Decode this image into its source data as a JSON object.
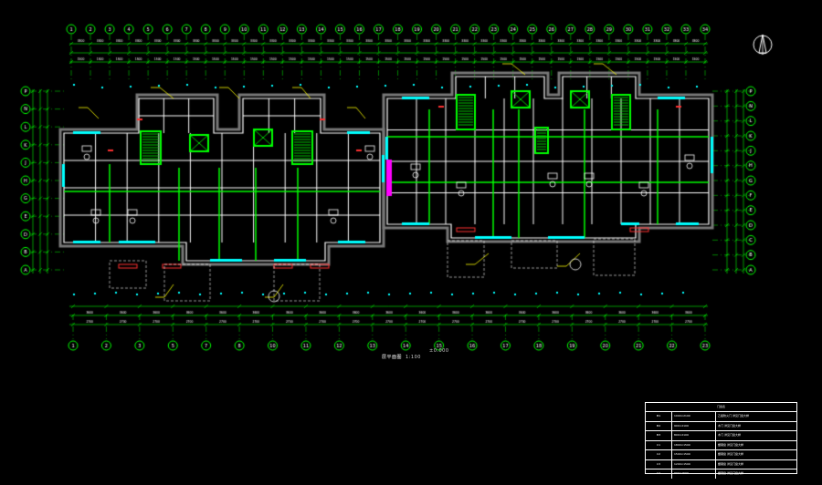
{
  "drawing": {
    "background": "#000000",
    "colors": {
      "wall": "#00ff00",
      "axis": "#00ff00",
      "dimension": "#00ffff",
      "window": "#00ffff",
      "annotation": "#ffff00",
      "detail": "#ffffff",
      "accent": "#ff3030",
      "highlight": "#ff00ff",
      "bubble": "#ffffff"
    },
    "caption": {
      "title": "层平面图",
      "scale": "1:100",
      "level": "±0.000"
    },
    "north_arrow": "north-arrow-icon",
    "axis_labels": {
      "top": [
        "1",
        "2",
        "3",
        "4",
        "5",
        "6",
        "7",
        "8",
        "9",
        "10",
        "11",
        "12",
        "13",
        "14",
        "15",
        "16",
        "17",
        "18",
        "19",
        "20",
        "21",
        "22",
        "23",
        "24",
        "25",
        "26",
        "27",
        "28",
        "29",
        "30",
        "31",
        "32",
        "33",
        "34"
      ],
      "bottom": [
        "1",
        "2",
        "3",
        "5",
        "7",
        "8",
        "10",
        "11",
        "12",
        "13",
        "14",
        "15",
        "16",
        "17",
        "18",
        "19",
        "20",
        "21",
        "22",
        "23"
      ],
      "left": [
        "P",
        "N",
        "L",
        "K",
        "J",
        "H",
        "G",
        "E",
        "D",
        "B",
        "A"
      ],
      "right": [
        "P",
        "N",
        "L",
        "K",
        "J",
        "H",
        "G",
        "F",
        "E",
        "D",
        "C",
        "B",
        "A"
      ]
    }
  },
  "legend": {
    "title": "门窗表",
    "rows": [
      {
        "code": "M1",
        "size": "1000×2100",
        "desc": "乙级防火门  详见门窗大样"
      },
      {
        "code": "M2",
        "size": "900×2100",
        "desc": "木门  详见门窗大样"
      },
      {
        "code": "M3",
        "size": "800×2100",
        "desc": "木门  详见门窗大样"
      },
      {
        "code": "C1",
        "size": "1800×1500",
        "desc": "塑钢窗  详见门窗大样"
      },
      {
        "code": "C2",
        "size": "1500×1500",
        "desc": "塑钢窗  详见门窗大样"
      },
      {
        "code": "C3",
        "size": "1200×1500",
        "desc": "塑钢窗  详见门窗大样"
      },
      {
        "code": "C4",
        "size": "900×1500",
        "desc": "塑钢窗  详见门窗大样"
      }
    ]
  }
}
